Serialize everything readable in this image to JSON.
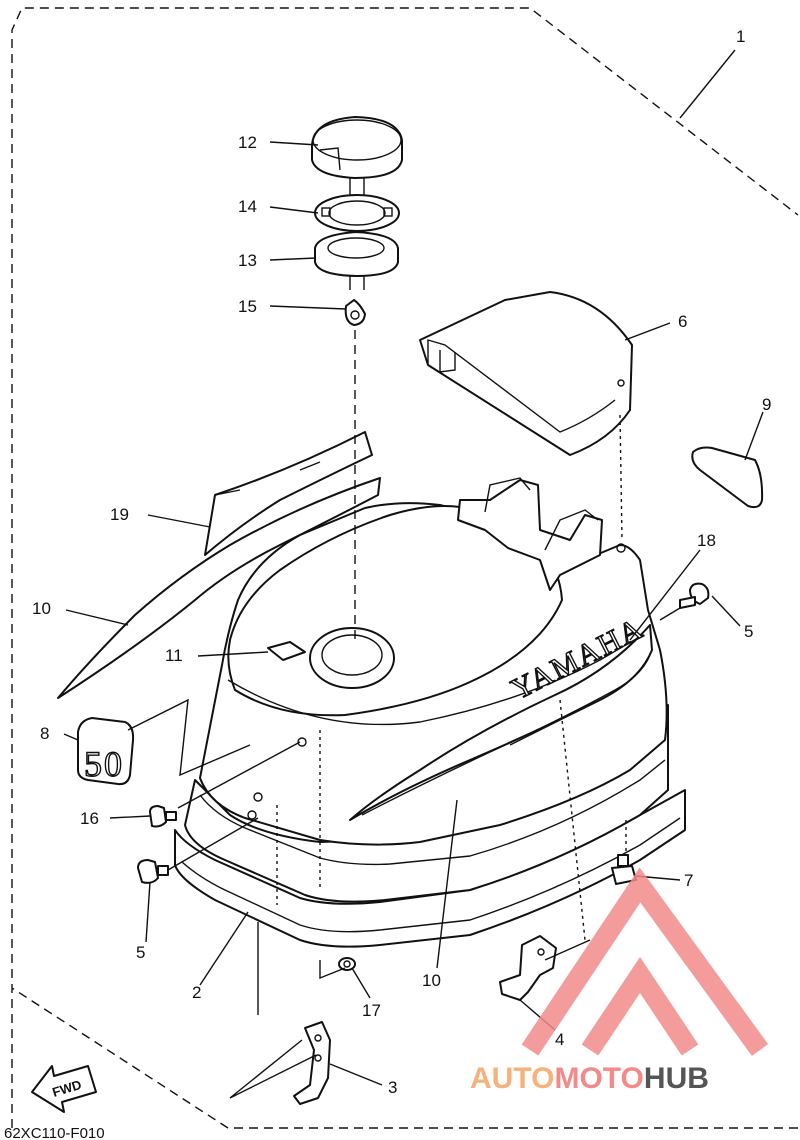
{
  "diagram": {
    "code": "62XC110-F010",
    "brand_text": "YAMAHA",
    "decal_number": "50",
    "fwd_label": "FWD",
    "callouts": [
      {
        "id": "c1",
        "label": "1"
      },
      {
        "id": "c2",
        "label": "2"
      },
      {
        "id": "c3",
        "label": "3"
      },
      {
        "id": "c4",
        "label": "4"
      },
      {
        "id": "c5a",
        "label": "5"
      },
      {
        "id": "c5b",
        "label": "5"
      },
      {
        "id": "c6",
        "label": "6"
      },
      {
        "id": "c7",
        "label": "7"
      },
      {
        "id": "c8",
        "label": "8"
      },
      {
        "id": "c9",
        "label": "9"
      },
      {
        "id": "c10a",
        "label": "10"
      },
      {
        "id": "c10b",
        "label": "10"
      },
      {
        "id": "c11",
        "label": "11"
      },
      {
        "id": "c12",
        "label": "12"
      },
      {
        "id": "c13",
        "label": "13"
      },
      {
        "id": "c14",
        "label": "14"
      },
      {
        "id": "c15",
        "label": "15"
      },
      {
        "id": "c16",
        "label": "16"
      },
      {
        "id": "c17",
        "label": "17"
      },
      {
        "id": "c18",
        "label": "18"
      },
      {
        "id": "c19",
        "label": "19"
      }
    ]
  },
  "watermark": {
    "part1": "AUTO",
    "part2": "MOTO",
    "part3": "HUB",
    "color_auto": "#f6b27a",
    "color_moto": "#f28a8a",
    "color_hub": "#555555",
    "logo_color": "#f28a8a"
  }
}
